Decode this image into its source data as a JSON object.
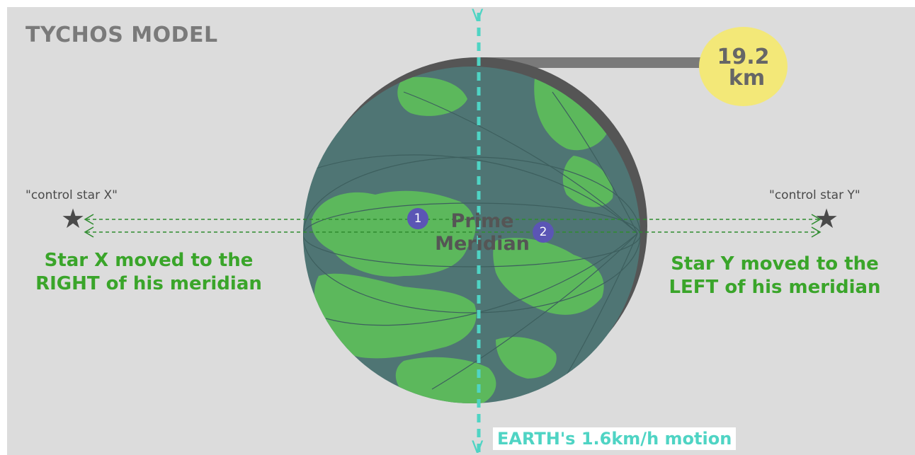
{
  "title": "TYCHOS MODEL",
  "star_x": {
    "label": "\"control star X\"",
    "note_line1": "Star X moved to  the",
    "note_line2": "RIGHT of his meridian"
  },
  "star_y": {
    "label": "\"control star Y\"",
    "note_line1": "Star Y moved to  the",
    "note_line2": "LEFT of his meridian"
  },
  "prime_meridian": {
    "line1": "Prime",
    "line2": "Meridian"
  },
  "positions": {
    "one": "1",
    "two": "2"
  },
  "distance": {
    "value": "19.2",
    "unit": "km"
  },
  "motion_label": "EARTH's 1.6km/h motion",
  "v_top": "V",
  "v_bottom": "V",
  "colors": {
    "background": "#dcdcdc",
    "ocean": "#4f7574",
    "land": "#5cb85c",
    "meridian_line": "#4fd4c4",
    "green_text": "#3aa52a",
    "badge": "#5b55b5",
    "distance_badge": "#f3e878"
  }
}
